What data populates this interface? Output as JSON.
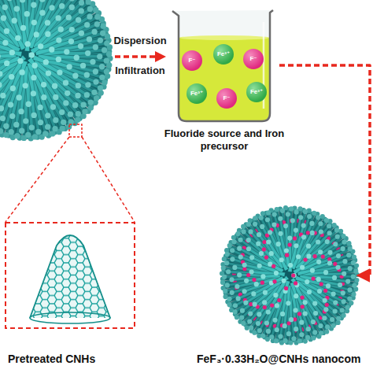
{
  "diagram": {
    "nodes": [
      {
        "text": [
          "Fluoride source and Iron precursor"
        ]
      },
      {
        "text": [
          "F⁻"
        ],
        "in": 0
      },
      {
        "text": [
          "Fe³⁺"
        ],
        "in": 0
      },
      {
        "text": [
          "F⁻"
        ],
        "in": 0
      },
      {
        "text": [
          "Fe³⁺"
        ],
        "in": 0
      },
      {
        "text": [
          "F⁻"
        ],
        "in": 0
      },
      {
        "text": [
          "Fe³⁺"
        ],
        "in": 0
      },
      {
        "text": [
          "Pretreated CNHs"
        ]
      },
      {
        "text": [
          "FeF₃·0.33H₂O@CNHs nanocom"
        ]
      }
    ],
    "edges": [
      {
        "from": 0,
        "to": 8,
        "arrow": "to"
      }
    ],
    "labels": [
      "Dispersion",
      "Infiltration"
    ]
  }
}
